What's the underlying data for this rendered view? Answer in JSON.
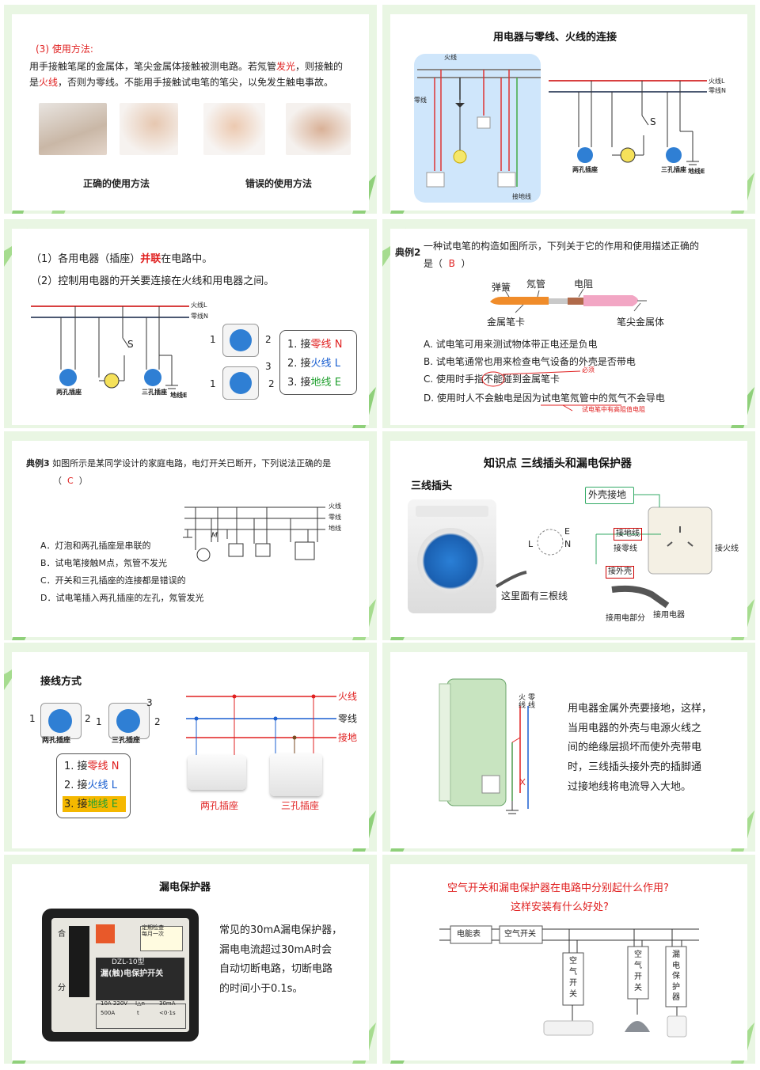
{
  "s1": {
    "heading": "(3) 使用方法:",
    "line1a": "用手接触笔尾的金属体，笔尖金属体接触被测电路。若氖管",
    "line1b": "发光",
    "line1c": "，则接触的",
    "line2a": "是",
    "line2b": "火线",
    "line2c": "，否则为零线。不能用手接触试电笔的笔尖，以免发生触电事故。",
    "caption_correct": "正确的使用方法",
    "caption_wrong": "错误的使用方法"
  },
  "s2": {
    "title": "用电器与零线、火线的连接",
    "label_fire": "火线",
    "label_zero": "零线",
    "label_ground": "接地线",
    "lbl_L": "火线L",
    "lbl_N": "零线N",
    "lbl_two": "两孔插座",
    "lbl_three": "三孔插座",
    "lbl_E": "地线E",
    "lbl_S": "S"
  },
  "s3": {
    "line1a": "（1）各用电器（插座）",
    "line1b": "并联",
    "line1c": "在电路中。",
    "line2": "（2）控制用电器的开关要连接在火线和用电器之间。",
    "lbl_L": "火线L",
    "lbl_N": "零线N",
    "lbl_E": "地线E",
    "lbl_two": "两孔插座",
    "lbl_three": "三孔插座",
    "lbl_S": "S",
    "n1": "1",
    "n2": "2",
    "n3": "3",
    "list": [
      {
        "pre": "1. 接",
        "word": "零线",
        "suf": "N"
      },
      {
        "pre": "2. 接",
        "word": "火线",
        "suf": "L"
      },
      {
        "pre": "3. 接",
        "word": "地线",
        "suf": "E"
      }
    ]
  },
  "s4": {
    "tag": "典例2",
    "q1": "一种试电笔的构造如图所示，下列关于它的作用和使用描述正确的",
    "q2a": "是（",
    "answer": "B",
    "q2b": "）",
    "lbl_spring": "弹簧",
    "lbl_neon": "氖管",
    "lbl_resistor": "电阻",
    "lbl_clip": "金属笔卡",
    "lbl_tip": "笔尖金属体",
    "opts": [
      "A. 试电笔可用来测试物体带正电还是负电",
      "B. 试电笔通常也用来检查电气设备的外壳是否带电",
      "C. 使用时手指不能碰到金属笔卡",
      "D. 使用时人不会触电是因为试电笔氖管中的氖气不会导电"
    ],
    "note1": "必须",
    "note2": "试电笔中有高阻值电阻"
  },
  "s5": {
    "tag": "典例3",
    "q1": "如图所示是某同学设计的家庭电路，电灯开关已断开，下列说法正确的是",
    "q2a": "（",
    "answer": "C",
    "q2b": "）",
    "lbl_fire": "火线",
    "lbl_zero": "零线",
    "lbl_ground": "地线",
    "lbl_M": "M",
    "opts": [
      "A．灯泡和两孔插座是串联的",
      "B．试电笔接触M点，氖管不发光",
      "C．开关和三孔插座的连接都是错误的",
      "D．试电笔插入两孔插座的左孔，氖管发光"
    ]
  },
  "s6": {
    "title": "知识点 三线插头和漏电保护器",
    "subtitle": "三线插头",
    "lbl_shell": "外壳接地",
    "lbl_ground": "接地线",
    "lbl_zero": "接零线",
    "lbl_fire": "接火线",
    "lbl_outer": "接外壳",
    "lbl_part": "接用电部分",
    "lbl_device": "接用电器",
    "lbl_three": "这里面有三根线",
    "lbl_E": "E",
    "lbl_L": "L",
    "lbl_N": "N"
  },
  "s7": {
    "title": "接线方式",
    "n1": "1",
    "n2": "2",
    "n3": "3",
    "lbl_two": "两孔插座",
    "lbl_three": "三孔插座",
    "list": [
      {
        "pre": "1. 接",
        "word": "零线",
        "suf": "N"
      },
      {
        "pre": "2. 接",
        "word": "火线",
        "suf": "L"
      },
      {
        "pre": "3. 接",
        "word": "地线",
        "suf": "E"
      }
    ],
    "lbl_fire": "火线",
    "lbl_zero": "零线",
    "lbl_ground": "接地",
    "cap_two": "两孔插座",
    "cap_three": "三孔插座"
  },
  "s8": {
    "lbl_fire": "火",
    "lbl_fire2": "线",
    "lbl_zero": "零",
    "lbl_zero2": "线",
    "lines": [
      "用电器金属外壳要接地，这样，",
      "当用电器的外壳与电源火线之",
      "间的绝缘层损坏而使外壳带电",
      "时，三线插头接外壳的插脚通",
      "过接地线将电流导入大地。"
    ]
  },
  "s9": {
    "title": "漏电保护器",
    "lines": [
      "常见的30mA漏电保护器，",
      "漏电电流超过30mA时会",
      "自动切断电路，切断电路",
      "的时间小于0.1s。"
    ],
    "dev_on": "合",
    "dev_off": "分",
    "dev_model": "DZL-10型",
    "dev_name": "漏(触)电保护开关",
    "dev_check": "定期检查",
    "dev_check2": "每月一次",
    "dev_spec1": "10A 220V",
    "dev_spec2": "500A",
    "dev_spec3": "I△n",
    "dev_spec4": "t",
    "dev_spec5": "30mA",
    "dev_spec6": "<0·1s"
  },
  "s10": {
    "q1": "空气开关和漏电保护器在电路中分别起什么作用?",
    "q2": "这样安装有什么好处?",
    "lbl_meter": "电能表",
    "lbl_air": "空气开关",
    "lbl_v1": "空气开关",
    "lbl_v2": "空气开关",
    "lbl_v3": "漏电保护器"
  }
}
